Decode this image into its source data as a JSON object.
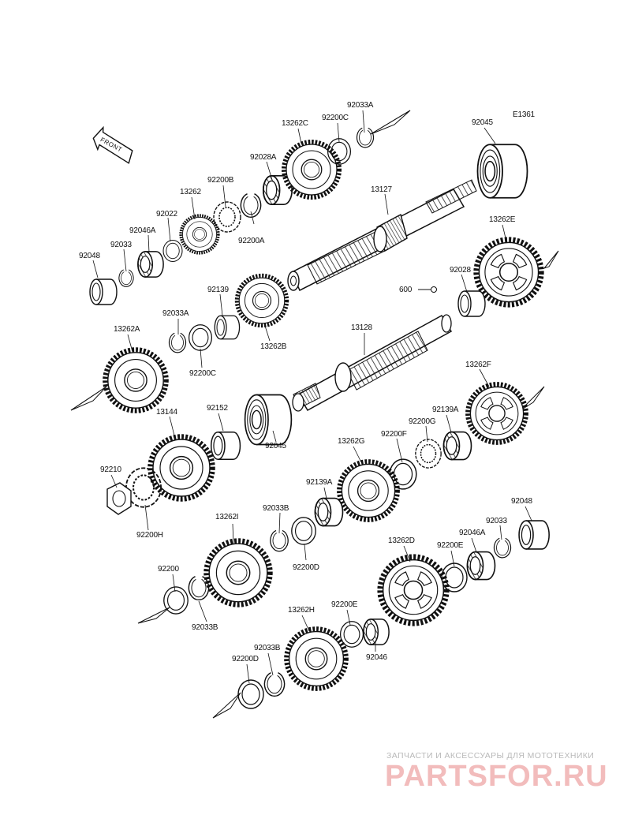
{
  "diagram_code": "E1361",
  "front_label": "FRONT",
  "ref_600": "600",
  "labels": {
    "92033A_top": "92033A",
    "92200C_top": "92200C",
    "13262C": "13262C",
    "92028A": "92028A",
    "92200B": "92200B",
    "92200A": "92200A",
    "13262": "13262",
    "92022": "92022",
    "92046A_top": "92046A",
    "92033_top": "92033",
    "92048_top": "92048",
    "13127": "13127",
    "92045_top": "92045",
    "13262E": "13262E",
    "92028": "92028",
    "92139": "92139",
    "13262B": "13262B",
    "92033A_mid": "92033A",
    "92200C_mid": "92200C",
    "13262A": "13262A",
    "13128": "13128",
    "13262F": "13262F",
    "92139A_right": "92139A",
    "92200G": "92200G",
    "92200F": "92200F",
    "13262G": "13262G",
    "13144": "13144",
    "92152": "92152",
    "92045_mid": "92045",
    "92210": "92210",
    "92200H": "92200H",
    "92139A_mid": "92139A",
    "92033B_mid": "92033B",
    "13262I": "13262I",
    "92200D_mid": "92200D",
    "92048_right": "92048",
    "92033_right": "92033",
    "92046A_right": "92046A",
    "13262D": "13262D",
    "92200E_mid": "92200E",
    "92200": "92200",
    "92033B_low": "92033B",
    "13262H": "13262H",
    "92200E_low": "92200E",
    "92046": "92046",
    "92033B_bottom": "92033B",
    "92200D_bottom": "92200D"
  },
  "watermark": {
    "line1": "ЗАПЧАСТИ И АКСЕССУАРЫ ДЛЯ МОТОТЕХНИКИ",
    "logo": "PARTSFOR.RU"
  }
}
